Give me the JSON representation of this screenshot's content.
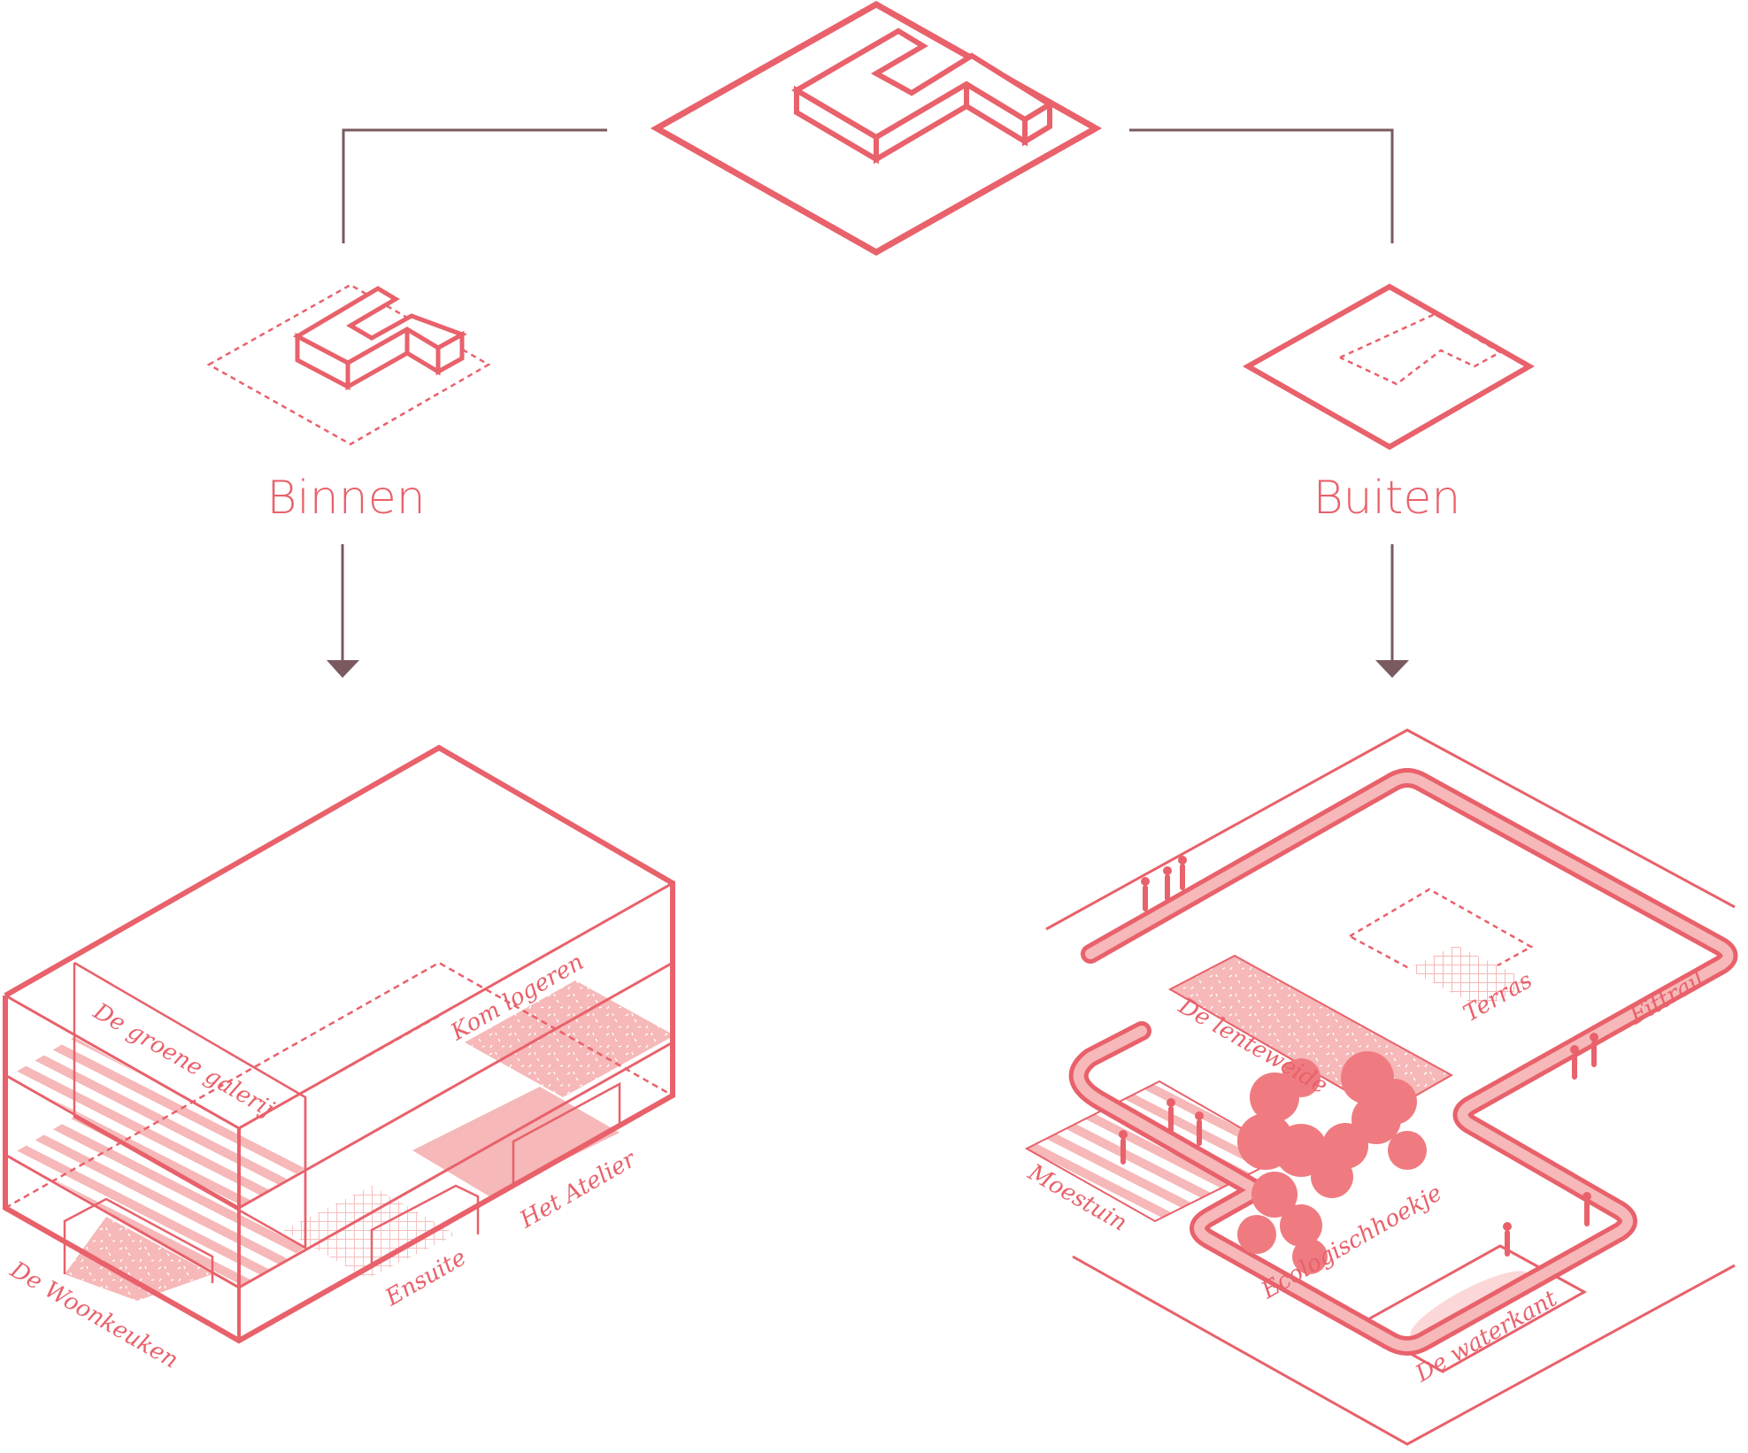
{
  "colors": {
    "accent": "#e8616b",
    "accent_fill": "#f6b8b8",
    "accent_light": "#fbd7d7",
    "connector": "#7a5a5f",
    "background": "#ffffff"
  },
  "branches": {
    "inside": {
      "title": "Binnen",
      "labels": {
        "green_gallery": "De groene galerij",
        "stay_over": "Kom logeren",
        "atelier": "Het Atelier",
        "ensuite": "Ensuite",
        "living_kitchen": "De Woonkeuken"
      }
    },
    "outside": {
      "title": "Buiten",
      "labels": {
        "spring_meadow": "De lenteweide",
        "terrace": "Terras",
        "fit_trail": "Fittrail",
        "vegetable_garden": "Moestuin",
        "eco_corner": "Ecologischhoekje",
        "waterside": "De waterkant"
      }
    }
  }
}
